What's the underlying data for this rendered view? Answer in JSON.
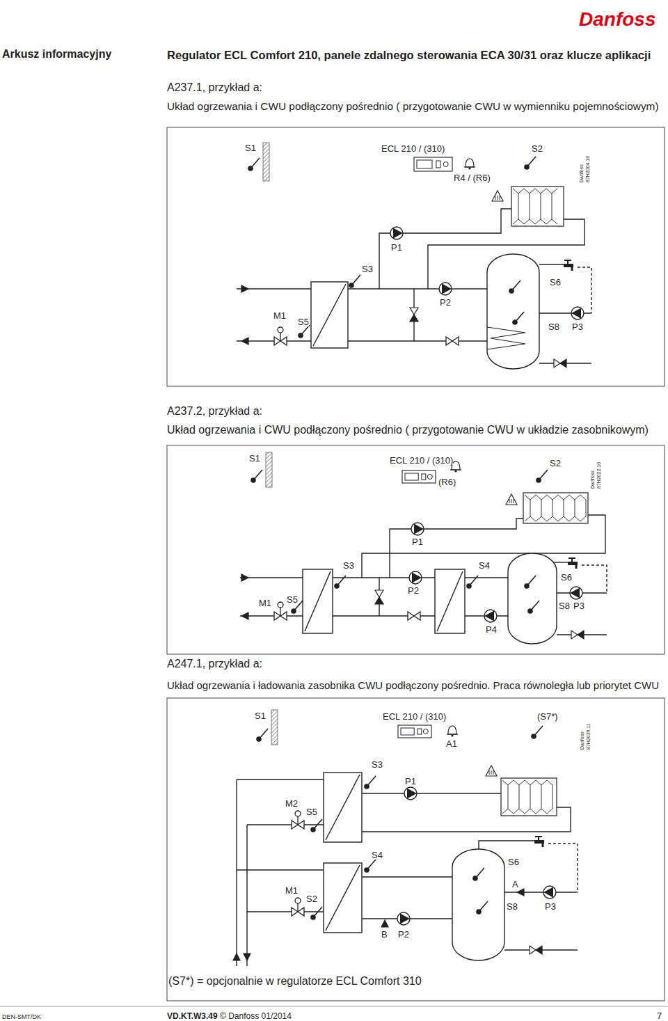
{
  "diagram": {
    "title": "Regulator ECL Comfort 210, panele zdalnego sterowania ECA 30/31 oraz klucze aplikacji",
    "nodes": [
      {
        "text": [
          "A237.1, przykład a:",
          "Układ ogrzewania i CWU podłączony pośrednio ( przygotowanie CWU w wymienniku pojemnościowym)"
        ]
      },
      {
        "text": [
          "A237.2, przykład a:",
          "Układ ogrzewania i CWU podłączony pośrednio ( przygotowanie CWU w układzie zasobnikowym)"
        ]
      },
      {
        "text": [
          "A247.1, przykład a:",
          "Układ ogrzewania i ładowania zasobnika CWU podłączony pośrednio. Praca równoległa lub priorytet CWU"
        ]
      }
    ],
    "labels": [
      "Arkusz informacyjny",
      "Danfoss",
      "S1",
      "ECL 210 / (310)",
      "S2",
      "Danfoss",
      "87H2004.10",
      "R4 / (R6)",
      "P1",
      "S3",
      "S6",
      "M1",
      "P2",
      "S5",
      "S8",
      "P3",
      "S1",
      "ECL 210 / (310)",
      "S2",
      "Danfoss",
      "87H2022.10",
      "(R6)",
      "P1",
      "S3",
      "S4",
      "S6",
      "P2",
      "M1",
      "S5",
      "S8",
      "P3",
      "P4",
      "S1",
      "ECL 210 / (310)",
      "(S7*)",
      "Danfoss",
      "87H2039.11",
      "A1",
      "S3",
      "M2",
      "P1",
      "S5",
      "S4",
      "S6",
      "A",
      "M1",
      "S2",
      "S8",
      "P3",
      "B",
      "P2",
      "(S7*) = opcjonalnie w regulatorze ECL Comfort 310",
      "DEN-SMT/DK",
      "VD.KT.W3.49",
      "© Danfoss 01/2014",
      "7"
    ]
  }
}
